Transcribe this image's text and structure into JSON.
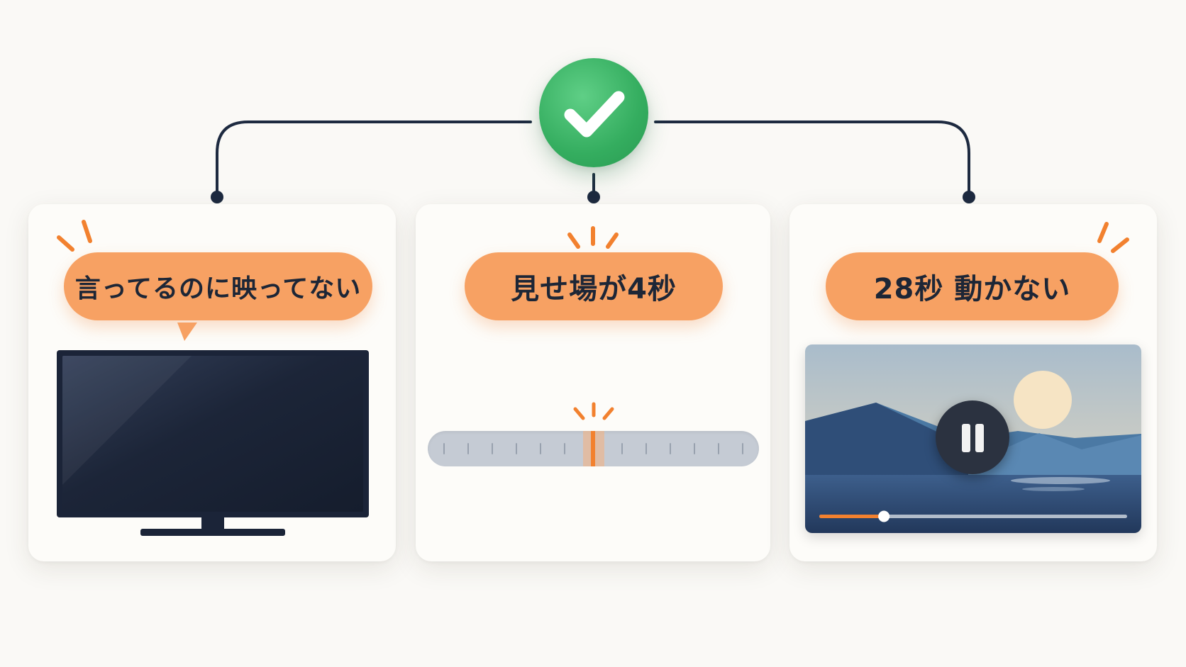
{
  "cards": [
    {
      "label": "言ってるのに映ってない",
      "visual": "tv-icon"
    },
    {
      "label": "見せ場が4秒",
      "visual": "timeline-slider"
    },
    {
      "label": "28秒 動かない",
      "visual": "video-player"
    }
  ],
  "video": {
    "progress": 0.21
  },
  "slider": {
    "marker_position": 0.5
  },
  "colors": {
    "accent_orange": "#f7a163",
    "highlight_orange": "#f2812f",
    "check_green": "#34ad5f",
    "connector_navy": "#1d2a40",
    "tv_navy": "#1b2438",
    "track_gray": "#c5cbd4"
  }
}
